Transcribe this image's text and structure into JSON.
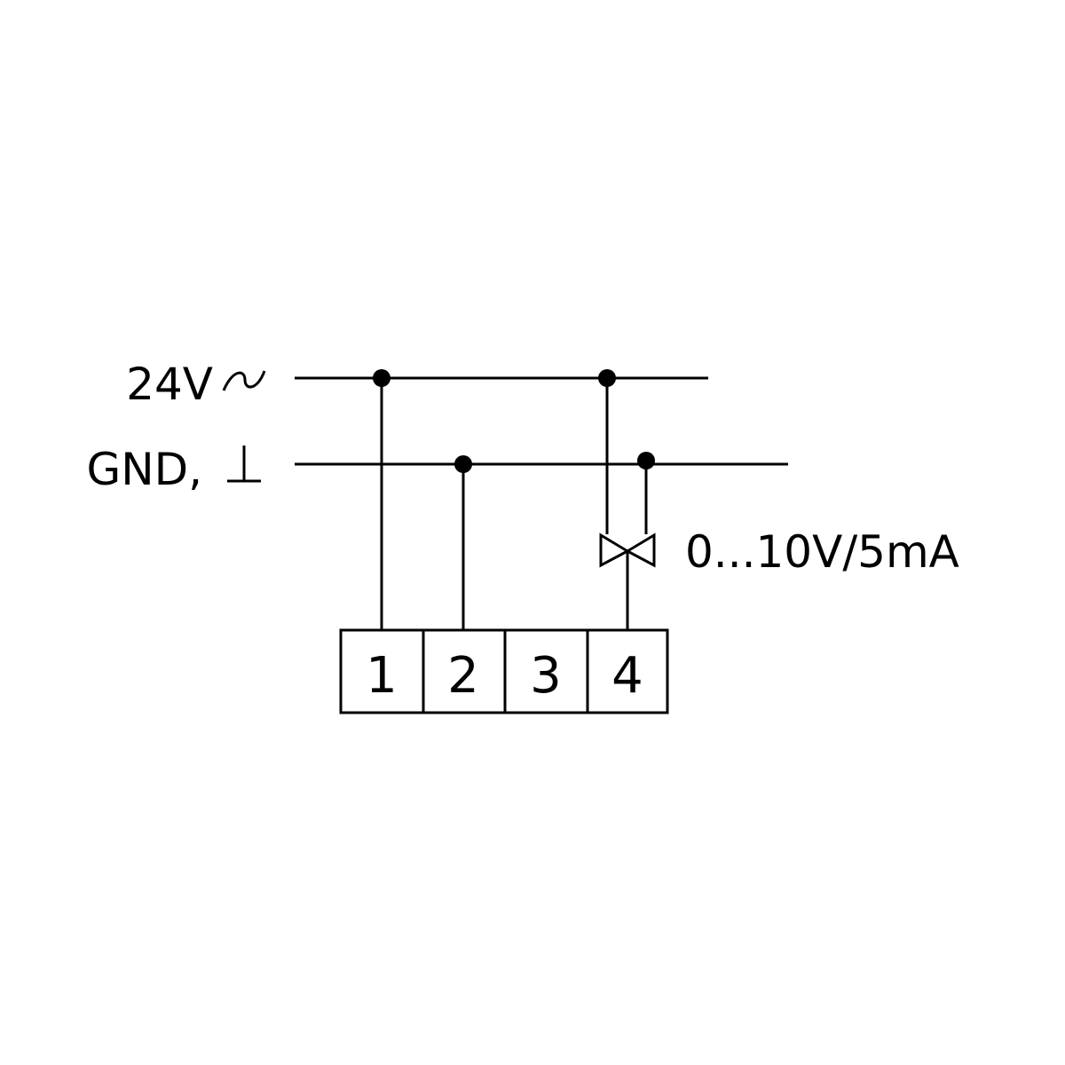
{
  "rails": {
    "supply_label": "24V",
    "supply_symbol": "ac-tilde-icon",
    "ground_label": "GND,",
    "ground_symbol": "ground-perpendicular-icon"
  },
  "output": {
    "signal_label": "0...10V/5mA",
    "valve_symbol": "valve-actuator-icon"
  },
  "terminal_block": {
    "terminals": [
      "1",
      "2",
      "3",
      "4"
    ]
  },
  "colors": {
    "line": "#000000",
    "background": "#ffffff"
  }
}
